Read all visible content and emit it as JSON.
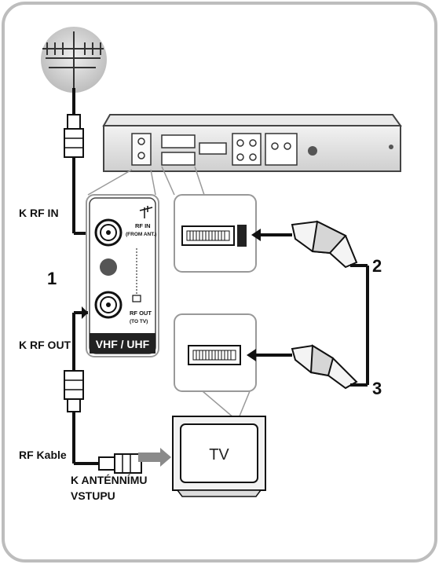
{
  "labels": {
    "rf_in": "K RF IN",
    "rf_out": "K RF OUT",
    "rf_cable": "RF Kable",
    "antenna_input_line1": "K ANTÉNNÍMU",
    "antenna_input_line2": "VSTUPU",
    "tv": "TV",
    "step1": "1",
    "step2": "2",
    "step3": "3"
  },
  "panel": {
    "band": "VHF / UHF",
    "rf_in_line1": "RF IN",
    "rf_in_line2": "(FROM ANT.)",
    "rf_out_line1": "RF OUT",
    "rf_out_line2": "(TO TV)"
  },
  "colors": {
    "frame_border": "#bdbdbd",
    "cable": "#111111",
    "grey_arrow": "#8a8a8a",
    "device_body": "#dcdcdc",
    "vhf_bar": "#222222"
  }
}
